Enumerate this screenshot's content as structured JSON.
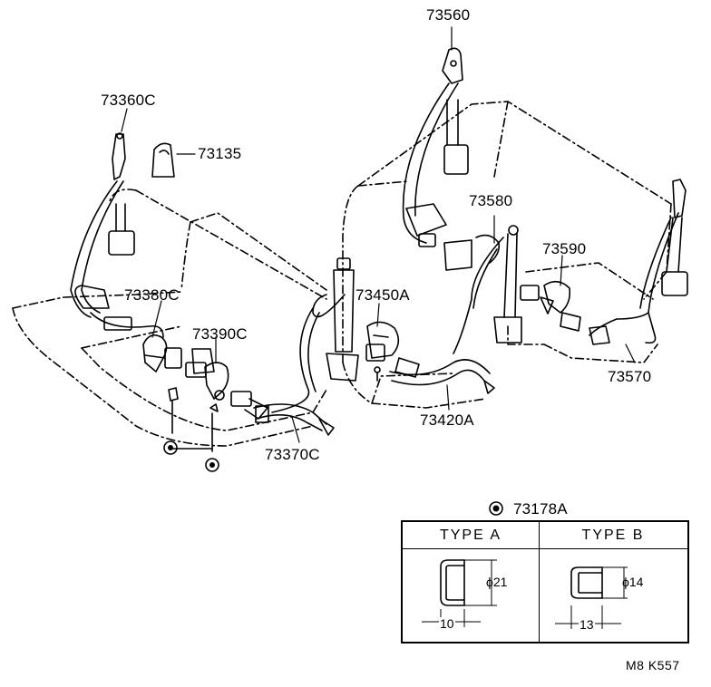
{
  "parts": {
    "p73560": "73560",
    "p73360c": "73360C",
    "p73135": "73135",
    "p73580": "73580",
    "p73590": "73590",
    "p73380c": "73380C",
    "p73450a": "73450A",
    "p73390c": "73390C",
    "p73570": "73570",
    "p73420a": "73420A",
    "p73370c": "73370C",
    "p73178a": "73178A"
  },
  "table": {
    "type_a": "TYPE A",
    "type_b": "TYPE B",
    "a_diameter": "ϕ21",
    "a_width": "10",
    "b_diameter": "ϕ14",
    "b_width": "13"
  },
  "drawing_code": "M8  K557"
}
